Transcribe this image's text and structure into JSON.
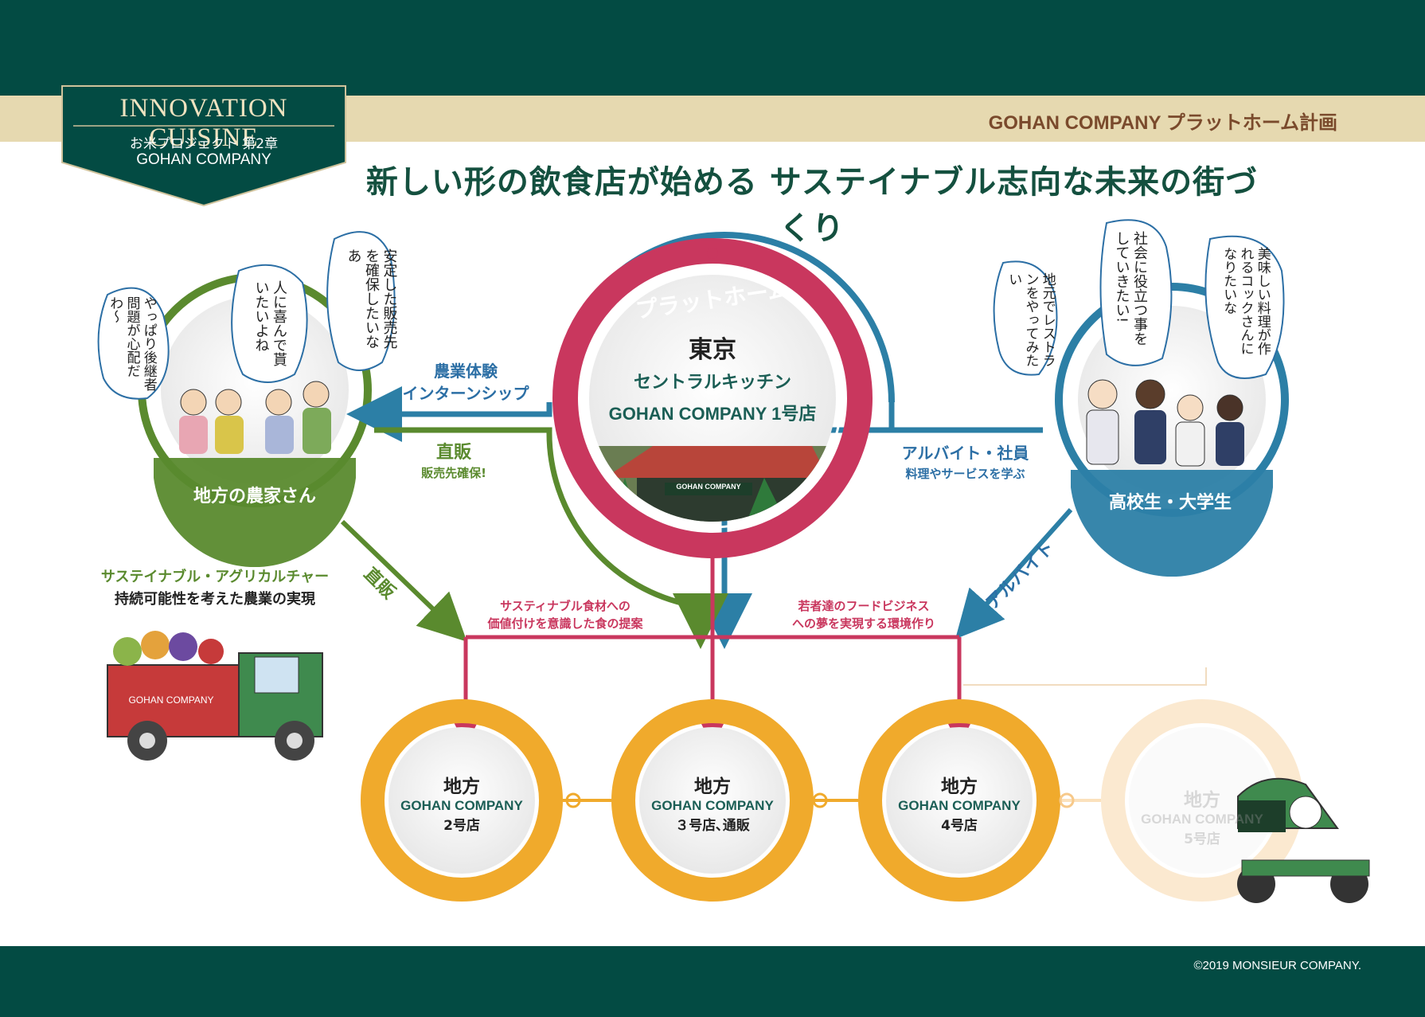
{
  "header": {
    "badge_title": "INNOVATION CUISINE",
    "badge_sub1": "お米プロジェクト 第2章",
    "badge_sub2": "GOHAN COMPANY",
    "right_title": "GOHAN COMPANY プラットホーム計画"
  },
  "main_title": "新しい形の飲食店が始める サステイナブル志向な未来の街づくり",
  "platform": {
    "arc_label": "プラットホーム",
    "city": "東京",
    "line1": "セントラルキッチン",
    "line2": "GOHAN COMPANY 1号店",
    "photo_sign": "GOHAN COMPANY"
  },
  "farmers": {
    "label": "地方の農家さん",
    "bubble1": "やっぱり後継者問題が心配だわ〜",
    "bubble2": "人に喜んで貰いたいよね",
    "bubble3": "安定した販売先を確保したいなあ"
  },
  "students": {
    "label": "高校生・大学生",
    "bubble1": "地元でレストランをやってみたい",
    "bubble2": "社会に役立つ事をしていきたい!",
    "bubble3": "美味しい料理が作れるコックさんになりたいな"
  },
  "arrows": {
    "agri_title": "農業体験",
    "agri_sub": "インターンシップ",
    "direct_title": "直販",
    "direct_sub": "販売先確保!",
    "direct_diag": "直販",
    "job_title": "アルバイト・社員",
    "job_sub": "料理やサービスを学ぶ",
    "job_diag": "アルバイト",
    "food_value_1": "サスティナブル食材への",
    "food_value_2": "価値付けを意識した食の提案",
    "dream_1": "若者達のフードビジネス",
    "dream_2": "への夢を実現する環境作り"
  },
  "sustain": {
    "title": "サステイナブル・アグリカルチャー",
    "sub": "持続可能性を考えた農業の実現",
    "truck_text": "GOHAN COMPANY"
  },
  "stores": [
    {
      "region": "地方",
      "name": "GOHAN COMPANY",
      "num": "2号店"
    },
    {
      "region": "地方",
      "name": "GOHAN COMPANY",
      "num": "３号店､通販"
    },
    {
      "region": "地方",
      "name": "GOHAN COMPANY",
      "num": "4号店"
    },
    {
      "region": "地方",
      "name": "GOHAN COMPANY",
      "num": "5号店"
    }
  ],
  "copyright": "©2019 MONSIEUR COMPANY.",
  "colors": {
    "dark_green": "#034b43",
    "beige": "#e6d9b0",
    "crimson": "#c9375e",
    "olive_green": "#5a8a2e",
    "blue": "#2c7fa6",
    "orange": "#f0aa2c"
  }
}
